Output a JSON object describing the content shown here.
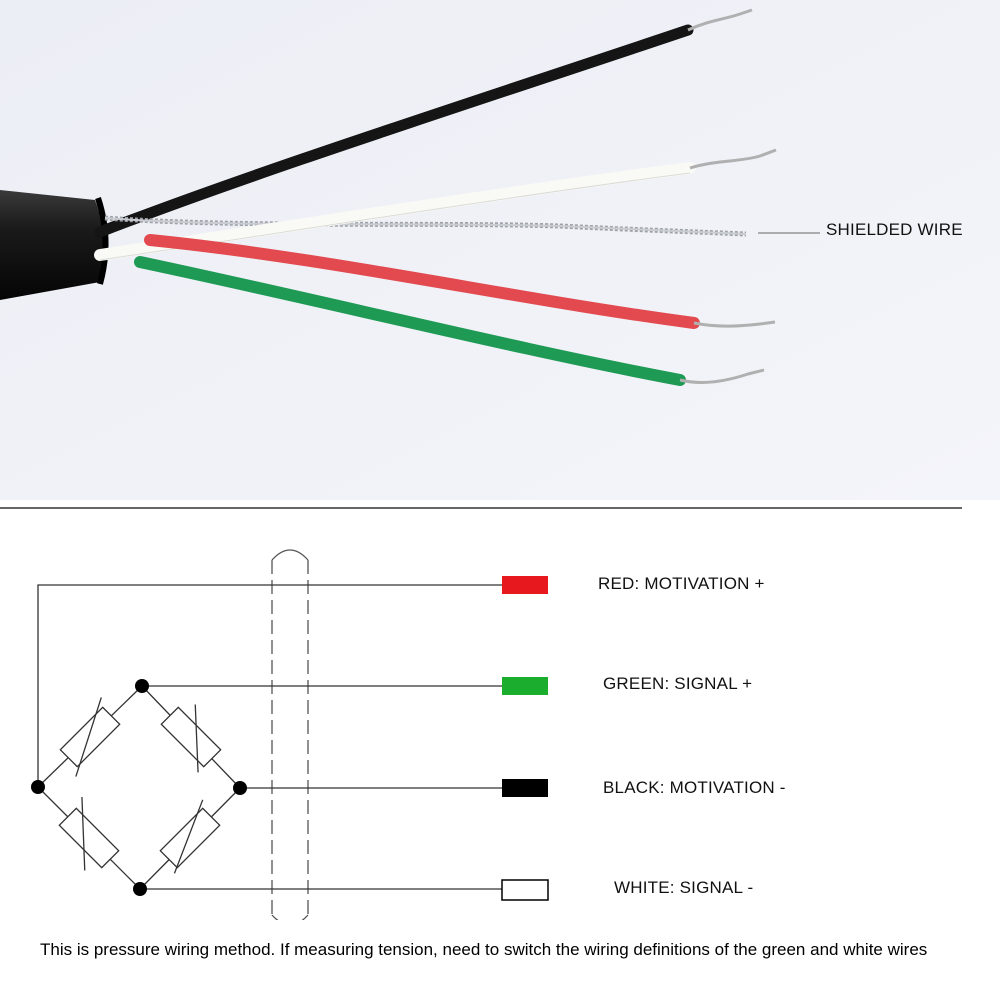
{
  "photo": {
    "shield_label": "SHIELDED WIRE"
  },
  "diagram": {
    "wires": [
      {
        "label": "RED: MOTIVATION +",
        "color": "#e8191e"
      },
      {
        "label": "GREEN: SIGNAL +",
        "color": "#1aad2e"
      },
      {
        "label": "BLACK: MOTIVATION -",
        "color": "#000000"
      },
      {
        "label": "WHITE: SIGNAL -",
        "color": "#ffffff"
      }
    ]
  },
  "note": "This is pressure wiring method. If measuring tension, need to switch the wiring definitions of the green and white wires"
}
